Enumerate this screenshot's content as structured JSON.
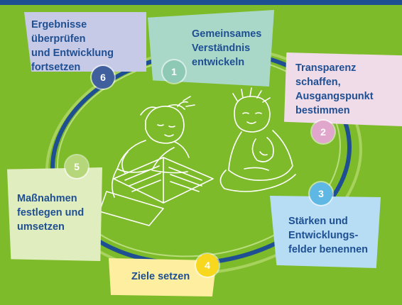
{
  "steps": [
    {
      "num": "1",
      "text": "Gemeinsames\nVerständnis\nentwickeln",
      "card_color": "#a9d8c9",
      "badge_color": "#8dc9b4"
    },
    {
      "num": "2",
      "text": "Transparenz schaffen,\nAusgangspunkt\nbestimmen",
      "card_color": "#f0dbe9",
      "badge_color": "#e0a6cb"
    },
    {
      "num": "3",
      "text": "Stärken und\nEntwicklungs-\nfelder benennen",
      "card_color": "#b6ddf3",
      "badge_color": "#5fb8e4"
    },
    {
      "num": "4",
      "text": "Ziele setzen",
      "card_color": "#fdeea0",
      "badge_color": "#f7d81e"
    },
    {
      "num": "5",
      "text": "Maßnahmen\nfestlegen und\numsetzen",
      "card_color": "#e0edbf",
      "badge_color": "#b5d77a"
    },
    {
      "num": "6",
      "text": "Ergebnisse überprüfen\nund Entwicklung\nfortsetzen",
      "card_color": "#c6cae6",
      "badge_color": "#3f5f9d"
    }
  ],
  "colors": {
    "background": "#7dbb2a",
    "top_bar": "#1f4f93",
    "ring_dark": "#1f4f93",
    "ring_light": "#a8d25e",
    "text": "#1f4f93"
  }
}
